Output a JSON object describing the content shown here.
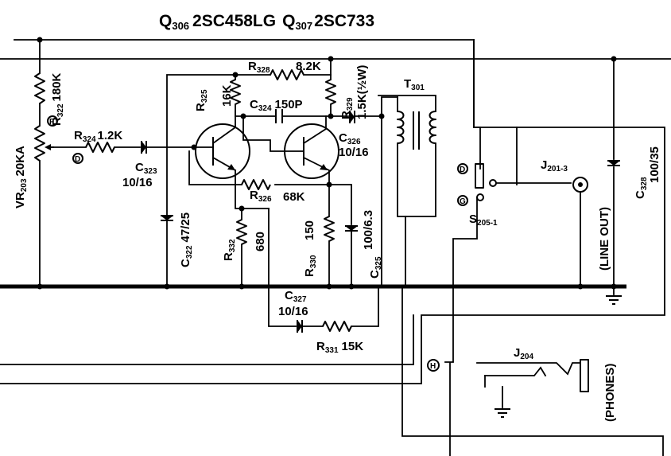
{
  "title": {
    "q306_ref": "Q",
    "q306_sub": "306",
    "q306_part": "2SC458LG",
    "q307_ref": "Q",
    "q307_sub": "307",
    "q307_part": "2SC733"
  },
  "components": {
    "r322": {
      "ref": "R",
      "sub": "322",
      "value": "180K"
    },
    "vr203": {
      "ref": "VR",
      "sub": "203",
      "value": "20KA"
    },
    "r324": {
      "ref": "R",
      "sub": "324",
      "value": "1.2K"
    },
    "c323": {
      "ref": "C",
      "sub": "323",
      "value": "10/16"
    },
    "r328": {
      "ref": "R",
      "sub": "328",
      "value": "8.2K"
    },
    "r325": {
      "ref": "R",
      "sub": "325",
      "value": "16K"
    },
    "c324": {
      "ref": "C",
      "sub": "324",
      "value": "150P"
    },
    "r329": {
      "ref": "R",
      "sub": "329",
      "value": "1.5K(½W)"
    },
    "c326": {
      "ref": "C",
      "sub": "326",
      "value": "10/16"
    },
    "t301": {
      "ref": "T",
      "sub": "301"
    },
    "r326": {
      "ref": "R",
      "sub": "326",
      "value": "68K"
    },
    "c322": {
      "ref": "C",
      "sub": "322",
      "value": "47/25"
    },
    "r332": {
      "ref": "R",
      "sub": "332",
      "value": "680"
    },
    "r330": {
      "ref": "R",
      "sub": "330",
      "value": "150"
    },
    "c325": {
      "ref": "C",
      "sub": "325",
      "value": "100/6.3"
    },
    "c327": {
      "ref": "C",
      "sub": "327",
      "value": "10/16"
    },
    "r331": {
      "ref": "R",
      "sub": "331",
      "value": "15K"
    },
    "s205": {
      "ref": "S",
      "sub": "205-1"
    },
    "j201": {
      "ref": "J",
      "sub": "201-3",
      "label": "(LINE OUT)"
    },
    "c328": {
      "ref": "C",
      "sub": "328",
      "value": "100/35"
    },
    "j204": {
      "ref": "J",
      "sub": "204",
      "label": "(PHONES)"
    }
  },
  "markers": {
    "vr_tap": "F",
    "r324_end": "D",
    "s_d": "D",
    "s_g": "G",
    "h_node": "H"
  }
}
